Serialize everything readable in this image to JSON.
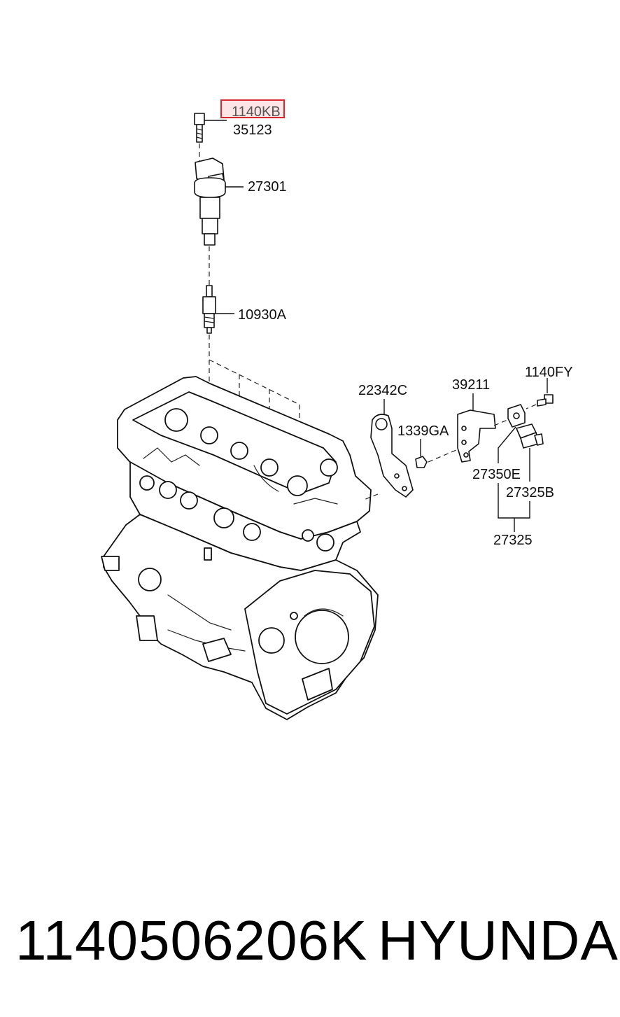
{
  "labels": {
    "highlighted": "1140KB",
    "bolt": "35123",
    "ignition_coil": "27301",
    "spark_plug": "10930A",
    "bracket_a": "22342C",
    "nut": "1339GA",
    "bracket_b": "39211",
    "bolt_b": "1140FY",
    "connector": "27350E",
    "sensor": "27325B",
    "sensor_assy": "27325"
  },
  "footer": {
    "part_number": "1140506206K",
    "brand": "HYUNDAI"
  },
  "colors": {
    "highlight_border": "#d8282f",
    "highlight_fill": "#fde4e6",
    "line": "#111111"
  }
}
